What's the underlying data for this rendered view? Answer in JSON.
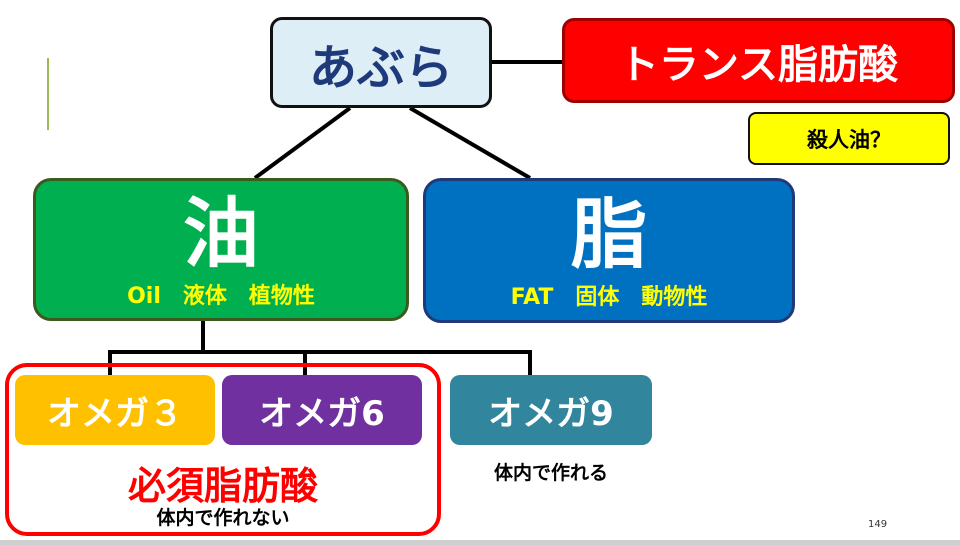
{
  "root": {
    "label": "あぶら"
  },
  "trans": {
    "label": "トランス脂肪酸",
    "note": "殺人油？"
  },
  "oil": {
    "label": "油",
    "subtitle": "Oil　液体　植物性"
  },
  "fat": {
    "label": "脂",
    "subtitle": "FAT　固体　動物性"
  },
  "omegas": [
    {
      "label": "オメガ３",
      "color": "#FFC000"
    },
    {
      "label": "オメガ6",
      "color": "#7030A0"
    },
    {
      "label": "オメガ9",
      "color": "#31859C"
    }
  ],
  "essential": {
    "title": "必須脂肪酸",
    "note": "体内で作れない"
  },
  "omega9_note": "体内で作れる",
  "page_number": "149",
  "colors": {
    "oil": "#00B050",
    "fat": "#0070C0",
    "trans": "#FF0000",
    "note": "#FFFF00",
    "root": "#DDEEF7"
  }
}
